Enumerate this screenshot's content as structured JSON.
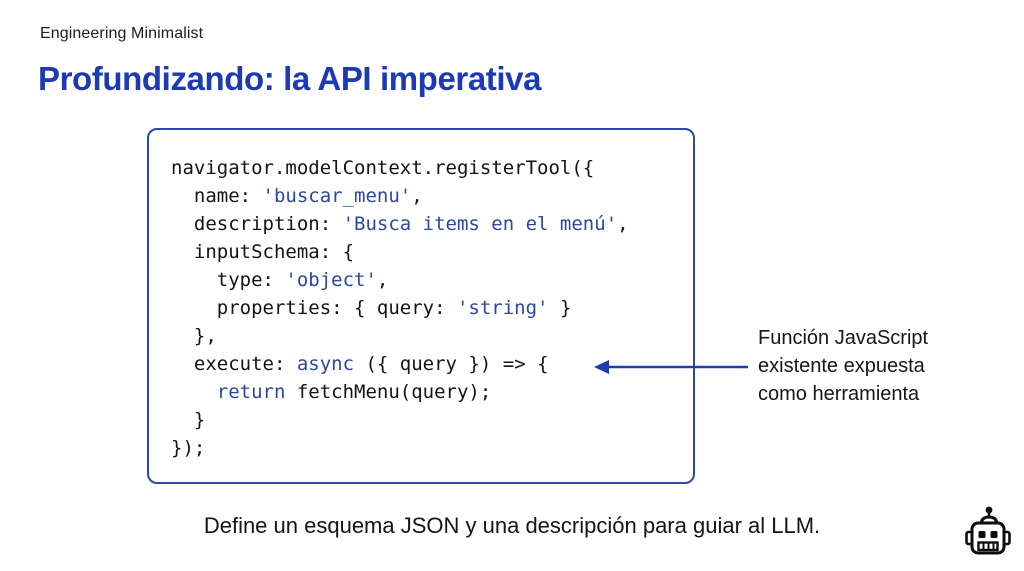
{
  "colors": {
    "title-blue": "#1d39b5",
    "code-accent": "#2c479e",
    "box-border": "#2b4aa3",
    "arrow-blue": "#1d3fae",
    "text-dark": "#1a1a1a"
  },
  "header": {
    "kicker": "Engineering Minimalist",
    "title": "Profundizando: la API imperativa"
  },
  "code_block": {
    "lines": [
      [
        {
          "t": "navigator.modelContext.registerTool({",
          "c": "plain"
        }
      ],
      [
        {
          "t": "  name: ",
          "c": "plain"
        },
        {
          "t": "'buscar_menu'",
          "c": "accent"
        },
        {
          "t": ",",
          "c": "plain"
        }
      ],
      [
        {
          "t": "  description: ",
          "c": "plain"
        },
        {
          "t": "'Busca items en el menú'",
          "c": "accent"
        },
        {
          "t": ",",
          "c": "plain"
        }
      ],
      [
        {
          "t": "  inputSchema: {",
          "c": "plain"
        }
      ],
      [
        {
          "t": "    type: ",
          "c": "plain"
        },
        {
          "t": "'object'",
          "c": "accent"
        },
        {
          "t": ",",
          "c": "plain"
        }
      ],
      [
        {
          "t": "    properties: { query: ",
          "c": "plain"
        },
        {
          "t": "'string'",
          "c": "accent"
        },
        {
          "t": " }",
          "c": "plain"
        }
      ],
      [
        {
          "t": "  },",
          "c": "plain"
        }
      ],
      [
        {
          "t": "  execute: ",
          "c": "plain"
        },
        {
          "t": "async",
          "c": "accent"
        },
        {
          "t": " ({ query }) => {",
          "c": "plain"
        }
      ],
      [
        {
          "t": "    ",
          "c": "plain"
        },
        {
          "t": "return",
          "c": "accent"
        },
        {
          "t": " fetchMenu(query);",
          "c": "plain"
        }
      ],
      [
        {
          "t": "  }",
          "c": "plain"
        }
      ],
      [
        {
          "t": "});",
          "c": "plain"
        }
      ]
    ]
  },
  "annotation": {
    "lines": [
      "Función JavaScript",
      "existente expuesta",
      "como herramienta"
    ]
  },
  "footer": {
    "caption": "Define un esquema JSON y una descripción para guiar al LLM."
  },
  "icons": {
    "arrow": "left-arrow-icon",
    "robot": "robot-icon"
  }
}
